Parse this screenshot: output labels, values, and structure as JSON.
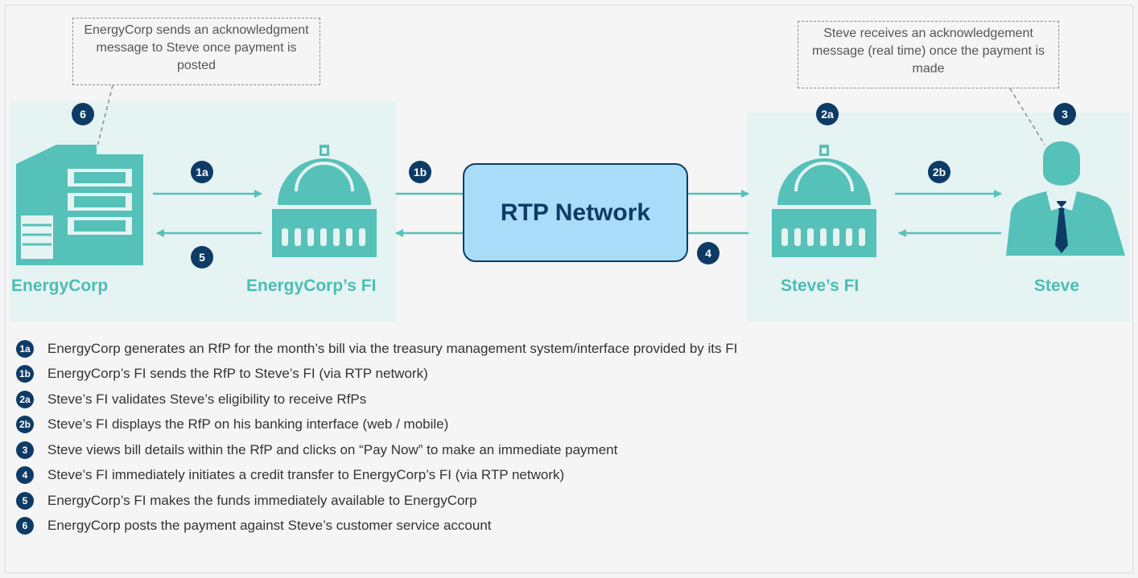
{
  "callouts": {
    "energycorp": "EnergyCorp sends an acknowledgment message to Steve once payment is posted",
    "steve": "Steve receives an acknowledgement message (real time) once the payment is made"
  },
  "nodes": {
    "energycorp": "EnergyCorp",
    "energycorp_fi": "EnergyCorp’s FI",
    "steve_fi": "Steve’s FI",
    "steve": "Steve"
  },
  "network": {
    "label": "RTP Network"
  },
  "badges": {
    "b6": "6",
    "b1a": "1a",
    "b5": "5",
    "b1b": "1b",
    "b4": "4",
    "b2a": "2a",
    "b2b": "2b",
    "b3": "3"
  },
  "legend": [
    {
      "badge": "1a",
      "text": "EnergyCorp generates an RfP for the month’s bill via the treasury management system/interface provided by its FI"
    },
    {
      "badge": "1b",
      "text": "EnergyCorp’s FI sends the RfP to Steve’s FI (via RTP network)"
    },
    {
      "badge": "2a",
      "text": "Steve’s FI validates Steve’s eligibility to receive RfPs"
    },
    {
      "badge": "2b",
      "text": "Steve’s FI displays the RfP on his banking interface (web / mobile)"
    },
    {
      "badge": "3",
      "text": "Steve views bill details within the RfP and clicks on “Pay Now” to make an immediate payment"
    },
    {
      "badge": "4",
      "text": "Steve’s FI immediately initiates a credit transfer to EnergyCorp’s FI (via RTP network)"
    },
    {
      "badge": "5",
      "text": "EnergyCorp’s FI makes the funds immediately available to EnergyCorp"
    },
    {
      "badge": "6",
      "text": "EnergyCorp posts the payment against Steve’s customer service account"
    }
  ],
  "colors": {
    "teal": "#55c1b8",
    "navy": "#0d3b66",
    "panel": "#e6f3f3",
    "network_fill": "#a8dcf8"
  }
}
